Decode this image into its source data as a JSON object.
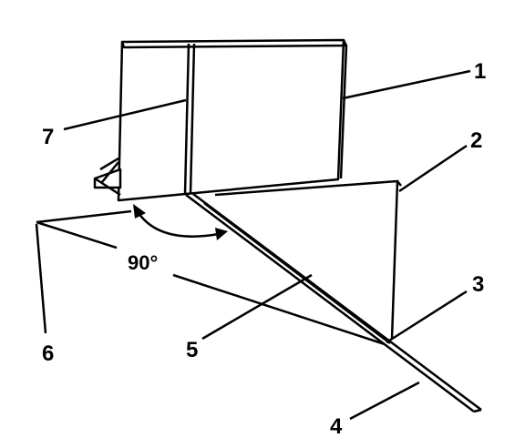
{
  "diagram": {
    "angle_label": "90°",
    "callouts": [
      {
        "id": "1",
        "label": "1"
      },
      {
        "id": "2",
        "label": "2"
      },
      {
        "id": "3",
        "label": "3"
      },
      {
        "id": "4",
        "label": "4"
      },
      {
        "id": "5",
        "label": "5"
      },
      {
        "id": "6",
        "label": "6"
      },
      {
        "id": "7",
        "label": "7"
      }
    ]
  },
  "colors": {
    "line": "#000000",
    "background": "#ffffff"
  }
}
